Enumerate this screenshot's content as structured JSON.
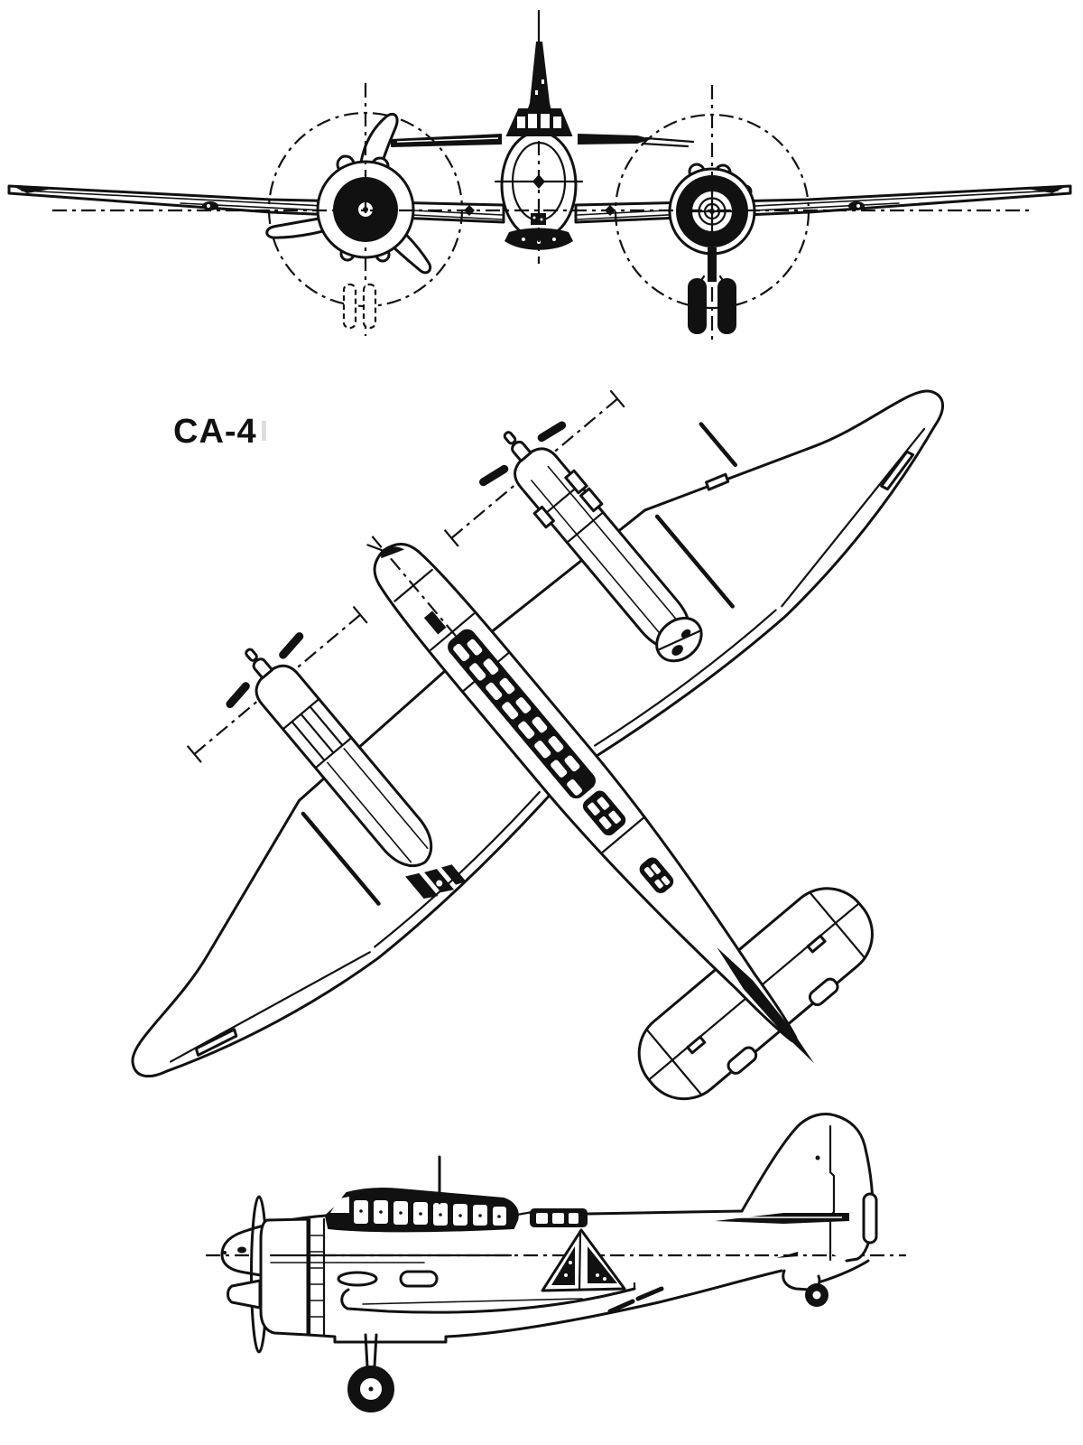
{
  "page": {
    "background": "#ffffff",
    "ink": "#111111"
  },
  "figure": {
    "designation": "CA-4",
    "drawing_type": "three-view aircraft line drawing",
    "views": [
      {
        "id": "front-view",
        "label": "front view"
      },
      {
        "id": "plan-view",
        "label": "plan view"
      },
      {
        "id": "side-view",
        "label": "side view"
      }
    ]
  }
}
